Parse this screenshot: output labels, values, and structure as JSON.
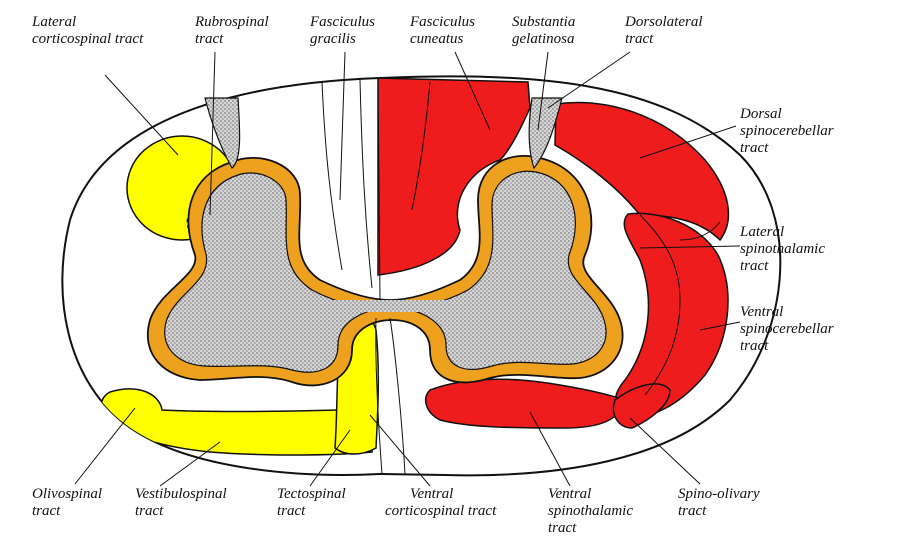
{
  "colors": {
    "red": "#ee1c1c",
    "yellow": "#ffff00",
    "orange": "#eda11e",
    "gray": "#cfcfcf",
    "outline": "#111111"
  },
  "labels": {
    "lateral_corticospinal": [
      "Lateral",
      "corticospinal tract"
    ],
    "rubrospinal": [
      "Rubrospinal",
      "tract"
    ],
    "fasciculus_gracilis": [
      "Fasciculus",
      "gracilis"
    ],
    "fasciculus_cuneatus": [
      "Fasciculus",
      "cuneatus"
    ],
    "substantia_gelatinosa": [
      "Substantia",
      "gelatinosa"
    ],
    "dorsolateral": [
      "Dorsolateral",
      "tract"
    ],
    "dorsal_spinocerebellar": [
      "Dorsal",
      "spinocerebellar",
      "tract"
    ],
    "lateral_spinothalamic": [
      "Lateral",
      "spinothalamic",
      "tract"
    ],
    "ventral_spinocerebellar": [
      "Ventral",
      "spinocerebellar",
      "tract"
    ],
    "olivospinal": [
      "Olivospinal",
      "tract"
    ],
    "vestibulospinal": [
      "Vestibulospinal",
      "tract"
    ],
    "tectospinal": [
      "Tectospinal",
      "tract"
    ],
    "ventral_corticospinal": [
      "Ventral",
      "corticospinal tract"
    ],
    "ventral_spinothalamic": [
      "Ventral",
      "spinothalamic",
      "tract"
    ],
    "spino_olivary": [
      "Spino-olivary",
      "tract"
    ]
  }
}
